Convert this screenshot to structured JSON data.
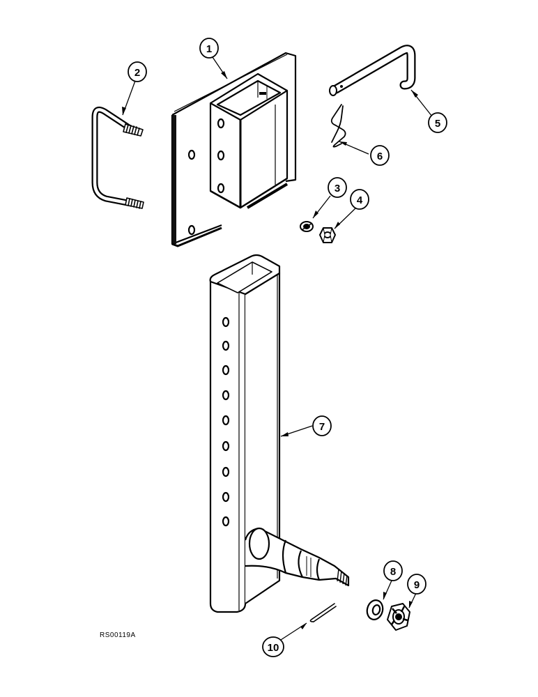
{
  "figure": {
    "reference_code": "RS00119A"
  },
  "callouts": {
    "c1": "1",
    "c2": "2",
    "c3": "3",
    "c4": "4",
    "c5": "5",
    "c6": "6",
    "c7": "7",
    "c8": "8",
    "c9": "9",
    "c10": "10"
  },
  "parts": [
    "mounting-plate",
    "u-bolt",
    "lock-washer",
    "hex-nut",
    "hitch-pin",
    "hair-pin-clip",
    "spindle-tube",
    "flat-washer",
    "castle-nut",
    "cotter-pin"
  ]
}
